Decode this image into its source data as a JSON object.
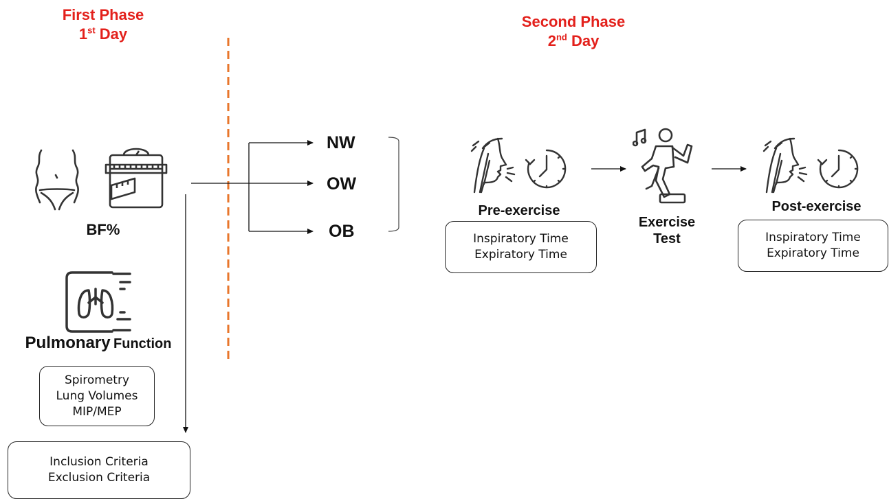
{
  "phases": {
    "first": {
      "title": "First Phase",
      "day_num": "1",
      "day_sup": "st",
      "day_word": "Day"
    },
    "second": {
      "title": "Second Phase",
      "day_num": "2",
      "day_sup": "nd",
      "day_word": "Day"
    }
  },
  "first_phase": {
    "bf_label": "BF%",
    "pulmonary_bold": "Pulmonary",
    "pulmonary_rest": "Function",
    "pulmonary_tests": [
      "Spirometry",
      "Lung Volumes",
      "MIP/MEP"
    ],
    "criteria": [
      "Inclusion Criteria",
      "Exclusion Criteria"
    ]
  },
  "groups": [
    "NW",
    "OW",
    "OB"
  ],
  "second_phase": {
    "pre_label": "Pre-exercise",
    "pre_measures": [
      "Inspiratory Time",
      "Expiratory Time"
    ],
    "exercise_label_line1": "Exercise",
    "exercise_label_line2": "Test",
    "post_label": "Post-exercise",
    "post_measures": [
      "Inspiratory Time",
      "Expiratory Time"
    ]
  },
  "colors": {
    "phase_title": "#e3201b",
    "divider": "#e8762b",
    "icon": "#333333"
  },
  "icons": [
    "abdomen-icon",
    "scale-tape-icon",
    "lungs-monitor-icon",
    "face-breath-icon",
    "timer-icon",
    "stepper-exercise-icon"
  ]
}
